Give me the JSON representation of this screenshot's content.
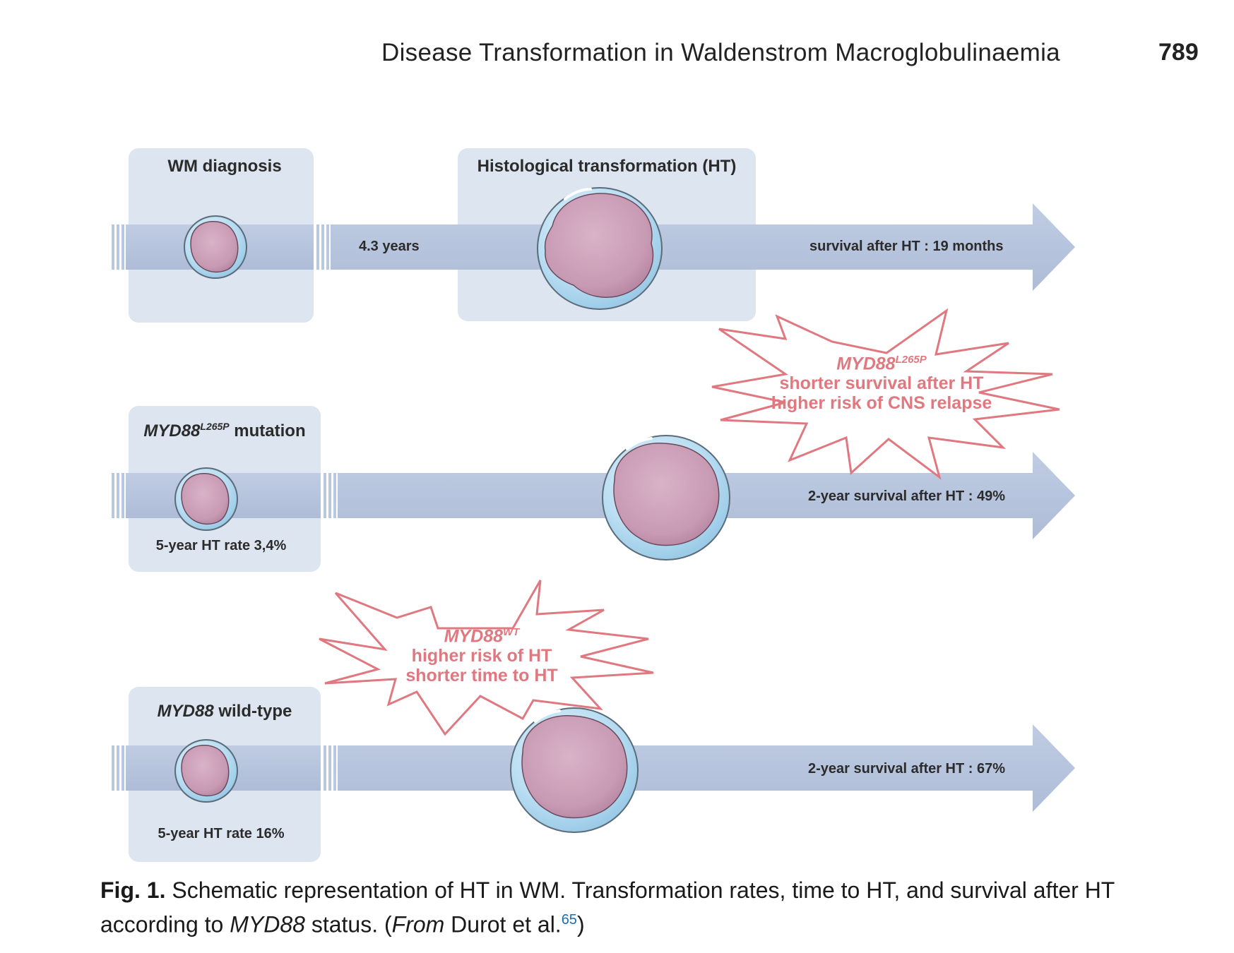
{
  "header": {
    "running_title": "Disease Transformation in Waldenstrom Macroglobulinaemia",
    "page_number": "789"
  },
  "figure": {
    "row1": {
      "box_left_label": "WM diagnosis",
      "box_right_label": "Histological transformation (HT)",
      "time_label": "4.3 years",
      "survival_label": "survival after HT : 19 months"
    },
    "row2": {
      "box_label_gene": "MYD88",
      "box_label_sup": "L265P",
      "box_label_suffix": " mutation",
      "rate_label": "5-year HT rate 3,4%",
      "survival_label": "2-year survival after HT : 49%",
      "burst": {
        "gene": "MYD88",
        "sup": "L265P",
        "line1": "shorter survival after HT",
        "line2": "higher risk of CNS relapse"
      }
    },
    "row3": {
      "box_label_gene": "MYD88",
      "box_label_suffix": " wild-type",
      "rate_label": "5-year HT rate 16%",
      "survival_label": "2-year survival after HT : 67%",
      "burst": {
        "gene": "MYD88",
        "sup": "WT",
        "line1": "higher risk of HT",
        "line2": "shorter time to HT"
      }
    },
    "colors": {
      "box_fill": "#dde5f0",
      "arrow_fill": "#b9c7df",
      "cell_nucleus": "#cfa2b9",
      "cell_membrane": "#a9d4ee",
      "burst_stroke": "#e07880"
    }
  },
  "caption": {
    "label": "Fig. 1.",
    "text_part1": " Schematic representation of HT in WM. Transformation rates, time to HT, and survival after HT according to ",
    "gene": "MYD88",
    "text_part2": " status. (",
    "from": "From",
    "text_part3": " Durot et al.",
    "ref": "65",
    "text_part4": ")"
  }
}
